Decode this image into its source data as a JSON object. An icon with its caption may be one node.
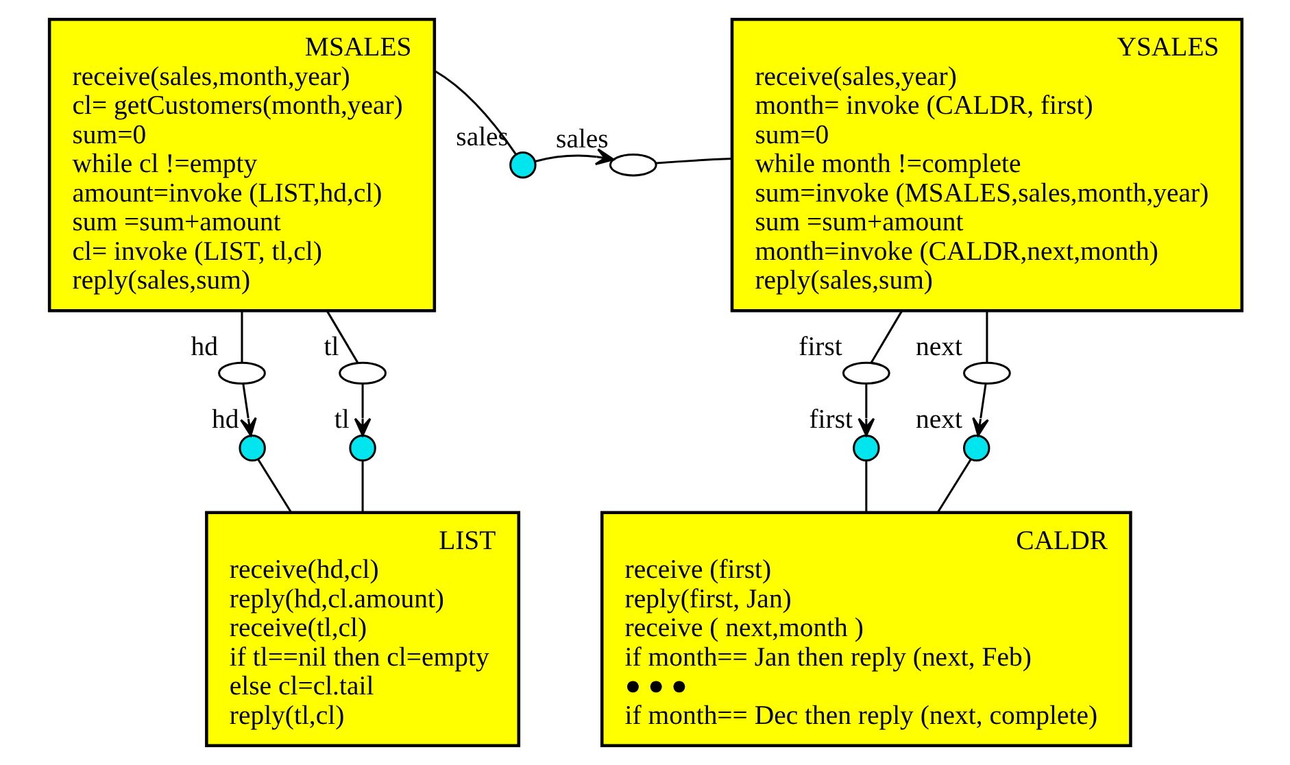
{
  "diagram": {
    "nodes": [
      {
        "text": [
          "MSALES",
          "receive(sales,month,year)",
          "cl= getCustomers(month,year)",
          "sum=0",
          "while cl !=empty",
          "amount=invoke (LIST,hd,cl)",
          "sum =sum+amount",
          "cl= invoke (LIST, tl,cl)",
          "reply(sales,sum)"
        ]
      },
      {
        "text": [
          "YSALES",
          "receive(sales,year)",
          "month= invoke (CALDR, first)",
          "sum=0",
          "while month !=complete",
          "sum=invoke (MSALES,sales,month,year)",
          "sum =sum+amount",
          "month=invoke (CALDR,next,month)",
          "reply(sales,sum)"
        ]
      },
      {
        "text": [],
        "shape": "circle",
        "beside": [
          "sales"
        ]
      },
      {
        "text": [],
        "shape": "arc",
        "beside": [
          "sales"
        ]
      },
      {
        "text": [],
        "shape": "arc",
        "beside": [
          "hd"
        ]
      },
      {
        "text": [],
        "shape": "arc",
        "beside": [
          "tl"
        ]
      },
      {
        "text": [],
        "shape": "arc",
        "beside": [
          "first"
        ]
      },
      {
        "text": [],
        "shape": "arc",
        "beside": [
          "next"
        ]
      },
      {
        "text": [],
        "shape": "circle",
        "beside": [
          "hd"
        ]
      },
      {
        "text": [],
        "shape": "circle",
        "beside": [
          "tl"
        ]
      },
      {
        "text": [],
        "shape": "circle",
        "beside": [
          "first"
        ]
      },
      {
        "text": [],
        "shape": "circle",
        "beside": [
          "next"
        ]
      },
      {
        "text": [
          "LIST",
          "receive(hd,cl)",
          "reply(hd,cl.amount)",
          "receive(tl,cl)",
          "if tl==nil then cl=empty",
          "else cl=cl.tail",
          "reply(tl,cl)"
        ]
      },
      {
        "text": [
          "CALDR",
          "receive (first)",
          "reply(first, Jan)",
          "receive ( next,month )",
          "if month== Jan then reply (next, Feb)",
          "● ● ●",
          "if month== Dec then reply (next, complete)"
        ]
      }
    ],
    "edges": [
      {
        "from": 0,
        "to": 2,
        "arrow": "none"
      },
      {
        "from": 2,
        "to": 3,
        "arrow": "to"
      },
      {
        "from": 3,
        "to": 1,
        "arrow": "none"
      },
      {
        "from": 0,
        "to": 4,
        "arrow": "none"
      },
      {
        "from": 4,
        "to": 8,
        "arrow": "to"
      },
      {
        "from": 8,
        "to": 12,
        "arrow": "none"
      },
      {
        "from": 0,
        "to": 5,
        "arrow": "none"
      },
      {
        "from": 5,
        "to": 9,
        "arrow": "to"
      },
      {
        "from": 9,
        "to": 12,
        "arrow": "none"
      },
      {
        "from": 1,
        "to": 6,
        "arrow": "none"
      },
      {
        "from": 6,
        "to": 10,
        "arrow": "to"
      },
      {
        "from": 10,
        "to": 13,
        "arrow": "none"
      },
      {
        "from": 1,
        "to": 7,
        "arrow": "none"
      },
      {
        "from": 7,
        "to": 11,
        "arrow": "to"
      },
      {
        "from": 11,
        "to": 13,
        "arrow": "none"
      }
    ]
  }
}
